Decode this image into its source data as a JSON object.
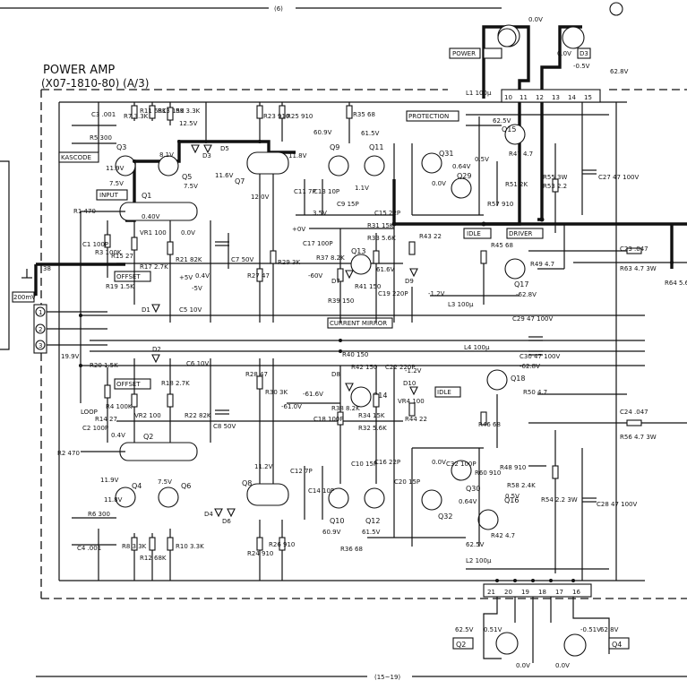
{
  "title": "POWER AMP",
  "part_number": "(X07-1810-80) (A/3)",
  "edge_labels": {
    "top": "(6)",
    "bottom": "(15~19)"
  },
  "section_labels": [
    "KASCODE",
    "INPUT",
    "OFFSET",
    "CURRENT MIRROR",
    "PROTECTION",
    "IDLE",
    "DRIVER",
    "POWER"
  ],
  "bottom_section_labels": [
    "OFFSET",
    "IDLE",
    "LOOP"
  ],
  "connector_labels": [
    "Q2",
    "Q4",
    "D3"
  ],
  "top_connector": {
    "pins": [
      "10",
      "11",
      "12",
      "13",
      "14",
      "15"
    ],
    "voltages": [
      "0.0V",
      "-0.5V",
      "0.0V",
      "62.8V"
    ]
  },
  "bottom_connector": {
    "pins": [
      "21",
      "20",
      "19",
      "18",
      "17",
      "16"
    ],
    "voltages": [
      "62.5V",
      "0.51V",
      "0.0V",
      "-0.51V",
      "62.8V",
      "0.0V"
    ]
  },
  "input_block": {
    "level": "200mV",
    "terminals": [
      "1",
      "2",
      "3"
    ],
    "node": "38"
  },
  "upper_transistors": [
    {
      "ref": "Q3",
      "v": "11.9V"
    },
    {
      "ref": "Q1",
      "v": "7.5V"
    },
    {
      "ref": "Q5",
      "v": "7.5V"
    },
    {
      "ref": "Q7",
      "v": "11.6V"
    },
    {
      "ref": "Q9",
      "v": "60.9V"
    },
    {
      "ref": "Q11",
      "v": "61.5V"
    },
    {
      "ref": "Q13",
      "v": "61.6V"
    },
    {
      "ref": "Q15",
      "v": "62.5V"
    },
    {
      "ref": "Q17",
      "v": "-62.8V"
    },
    {
      "ref": "Q29",
      "v": "0.0V"
    },
    {
      "ref": "Q31",
      "v": "0.64V"
    }
  ],
  "lower_transistors": [
    {
      "ref": "Q4",
      "v": "11.8V"
    },
    {
      "ref": "Q2",
      "v": "0.4V"
    },
    {
      "ref": "Q6",
      "v": "7.5V"
    },
    {
      "ref": "Q8",
      "v": "11.2V"
    },
    {
      "ref": "Q10",
      "v": "60.9V"
    },
    {
      "ref": "Q12",
      "v": "61.5V"
    },
    {
      "ref": "Q14",
      "v": "-61.6V"
    },
    {
      "ref": "Q16",
      "v": "62.5V"
    },
    {
      "ref": "Q18",
      "v": "-62.8V"
    },
    {
      "ref": "Q30",
      "v": "0.0V"
    },
    {
      "ref": "Q32",
      "v": "0.64V"
    }
  ],
  "upper_components": [
    "C3 .001",
    "R5 300",
    "R7 3.3K",
    "R9 3.3K",
    "R11 68K",
    "R13 15K",
    "D3",
    "D5",
    "R23 910",
    "R25 910",
    "12.5V",
    "8.1V",
    "11.8V",
    "12.0V",
    "C11 7P",
    "C13 10P",
    "R35 68",
    "C9 15P",
    "C15 22P",
    "R31 15K",
    "R33 5.6K",
    "R37 8.2K",
    "R39 150",
    "R41 150",
    "C17 100P",
    "C19 220P",
    "VR1 100",
    "0.40V",
    "0.0V",
    "R1 470",
    "C1 100P",
    "R3 100K",
    "R15 27",
    "R17 2.7K",
    "R19 1.5K",
    "R21 82K",
    "C7 50V",
    "R27 47",
    "R29 3K",
    "D1",
    "C5 10V",
    "-5V",
    "+5V",
    "+0V",
    "-60V",
    "0.4V",
    "3.5V",
    "1.1V",
    "D7",
    "D9",
    "R43 22",
    "R45 68",
    "R47 4.7",
    "R49 4.7",
    "R51 2K",
    "R53 2.2",
    "R55 3W",
    "R57 910",
    "C27 47 100V",
    "L1 100μ",
    "L3 100μ",
    "C29 47 100V",
    "C23 .047",
    "R63 4.7 3W",
    "R64 5.6K",
    "-1.2V",
    "0.5V"
  ],
  "lower_components": [
    "R20 1.5K",
    "R14 27",
    "R18 2.7K",
    "R22 82K",
    "C6 10V",
    "C8 50V",
    "D2",
    "VR2 100",
    "C2 100P",
    "R4 100K",
    "R2 470",
    "R30 3K",
    "R28 47",
    "-61.0V",
    "R38 8.2K",
    "R40 150",
    "R42 150",
    "C18 100P",
    "C22 220P",
    "R34 15K",
    "R32 5.6K",
    "VR4 100",
    "R44 22",
    "R46 68",
    "D8",
    "D10",
    "R48 910",
    "R50 4.7",
    "C30 47 100V",
    "L4 100μ",
    "C24 .047",
    "R56 4.7 3W",
    "C10 15P",
    "C16 22P",
    "C20 15P",
    "C12 7P",
    "C14 10P",
    "D4",
    "D6",
    "R24 910",
    "R26 910",
    "R36 68",
    "R6 300",
    "R8 3.3K",
    "R10 3.3K",
    "R12 68K",
    "C4 .001",
    "R42 4.7",
    "R54 2.2 3W",
    "C28 47 100V",
    "L2 100μ",
    "R58 2.4K",
    "R60 910",
    "C32 100P",
    "-1.2V",
    "19.9V",
    "11.9V",
    "0.5V"
  ]
}
